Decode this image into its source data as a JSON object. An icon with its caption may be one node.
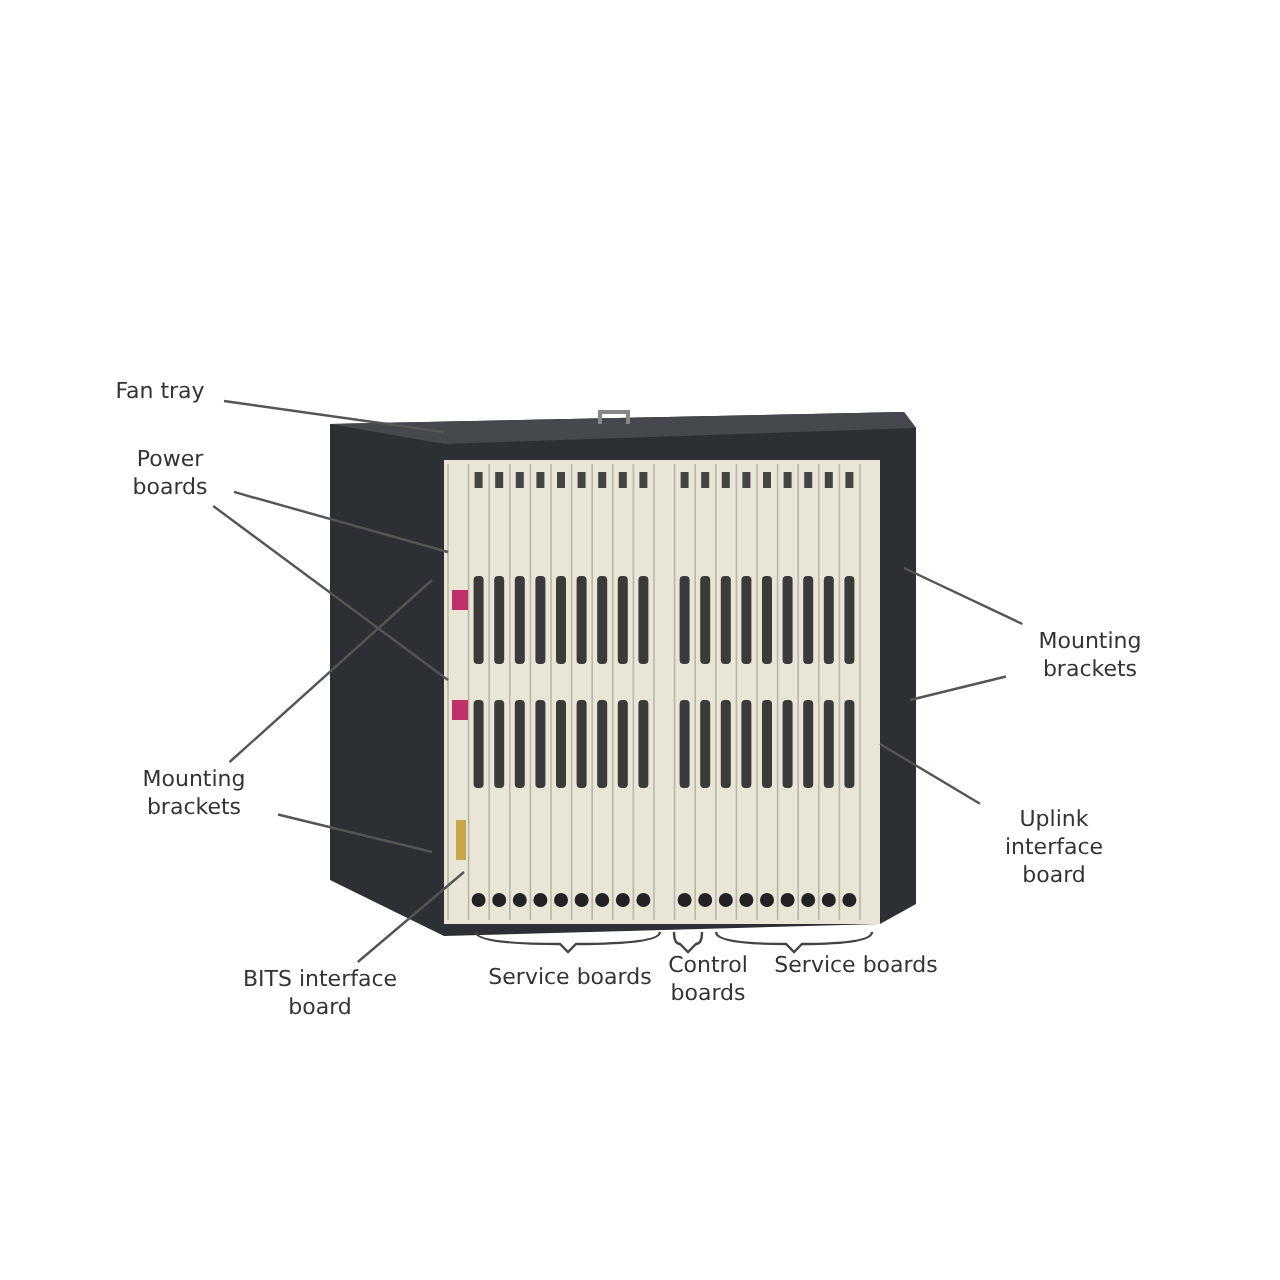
{
  "diagram": {
    "nodes": [
      {
        "text": [
          "Fan tray"
        ]
      },
      {
        "text": [
          "Power boards"
        ]
      },
      {
        "text": [
          "Mounting brackets"
        ]
      },
      {
        "text": [
          "Mounting brackets"
        ]
      },
      {
        "text": [
          "Uplink interface board"
        ]
      },
      {
        "text": [
          "BITS interface board"
        ]
      }
    ],
    "edges": [
      {
        "from": 0,
        "to": null,
        "arrow": "none"
      },
      {
        "from": 1,
        "to": null,
        "arrow": "none"
      },
      {
        "from": 1,
        "to": null,
        "arrow": "none"
      },
      {
        "from": 2,
        "to": null,
        "arrow": "none"
      },
      {
        "from": 2,
        "to": null,
        "arrow": "none"
      },
      {
        "from": 3,
        "to": null,
        "arrow": "none"
      },
      {
        "from": 3,
        "to": null,
        "arrow": "none"
      },
      {
        "from": 4,
        "to": null,
        "arrow": "none"
      },
      {
        "from": 5,
        "to": null,
        "arrow": "none"
      }
    ],
    "labels": [
      "Service boards",
      "Control boards",
      "Service boards"
    ]
  }
}
